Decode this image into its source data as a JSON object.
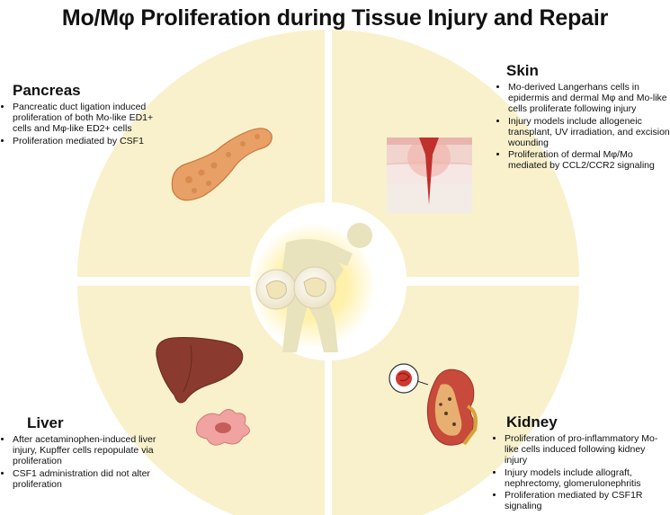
{
  "title": "Mo/Mφ Proliferation during Tissue Injury and Repair",
  "colors": {
    "ring": "#f8f1cc",
    "glow": "#ffe66b",
    "figure": "#e8e2bd",
    "tissue_red": "#c0302c",
    "liver": "#8a3a2e",
    "pancreas": "#e9a066"
  },
  "icons": [
    "pancreas-illustration",
    "skin-wound-illustration",
    "liver-illustration",
    "macrophage-cell-illustration",
    "kidney-illustration",
    "blood-vessel-inset",
    "monocyte-cell-illustration",
    "injured-person-silhouette"
  ],
  "panels": {
    "pancreas": {
      "heading": "Pancreas",
      "bullets": [
        "Pancreatic duct ligation induced proliferation of both Mo-like ED1+ cells and Mφ-like ED2+ cells",
        "Proliferation mediated by CSF1"
      ]
    },
    "skin": {
      "heading": "Skin",
      "bullets": [
        "Mo-derived Langerhans cells in epidermis and dermal Mφ and Mo-like cells proliferate following injury",
        "Injury models include allogeneic transplant, UV irradiation, and excision wounding",
        "Proliferation of dermal Mφ/Mo mediated by CCL2/CCR2 signaling"
      ]
    },
    "liver": {
      "heading": "Liver",
      "bullets": [
        "After acetaminophen-induced liver injury, Kupffer cells repopulate via proliferation",
        "CSF1 administration did not alter proliferation"
      ]
    },
    "kidney": {
      "heading": "Kidney",
      "bullets": [
        "Proliferation of pro-inflammatory Mo-like cells induced following kidney injury",
        "Injury models include allograft, nephrectomy, glomerulonephritis",
        "Proliferation mediated by CSF1R signaling"
      ]
    }
  }
}
